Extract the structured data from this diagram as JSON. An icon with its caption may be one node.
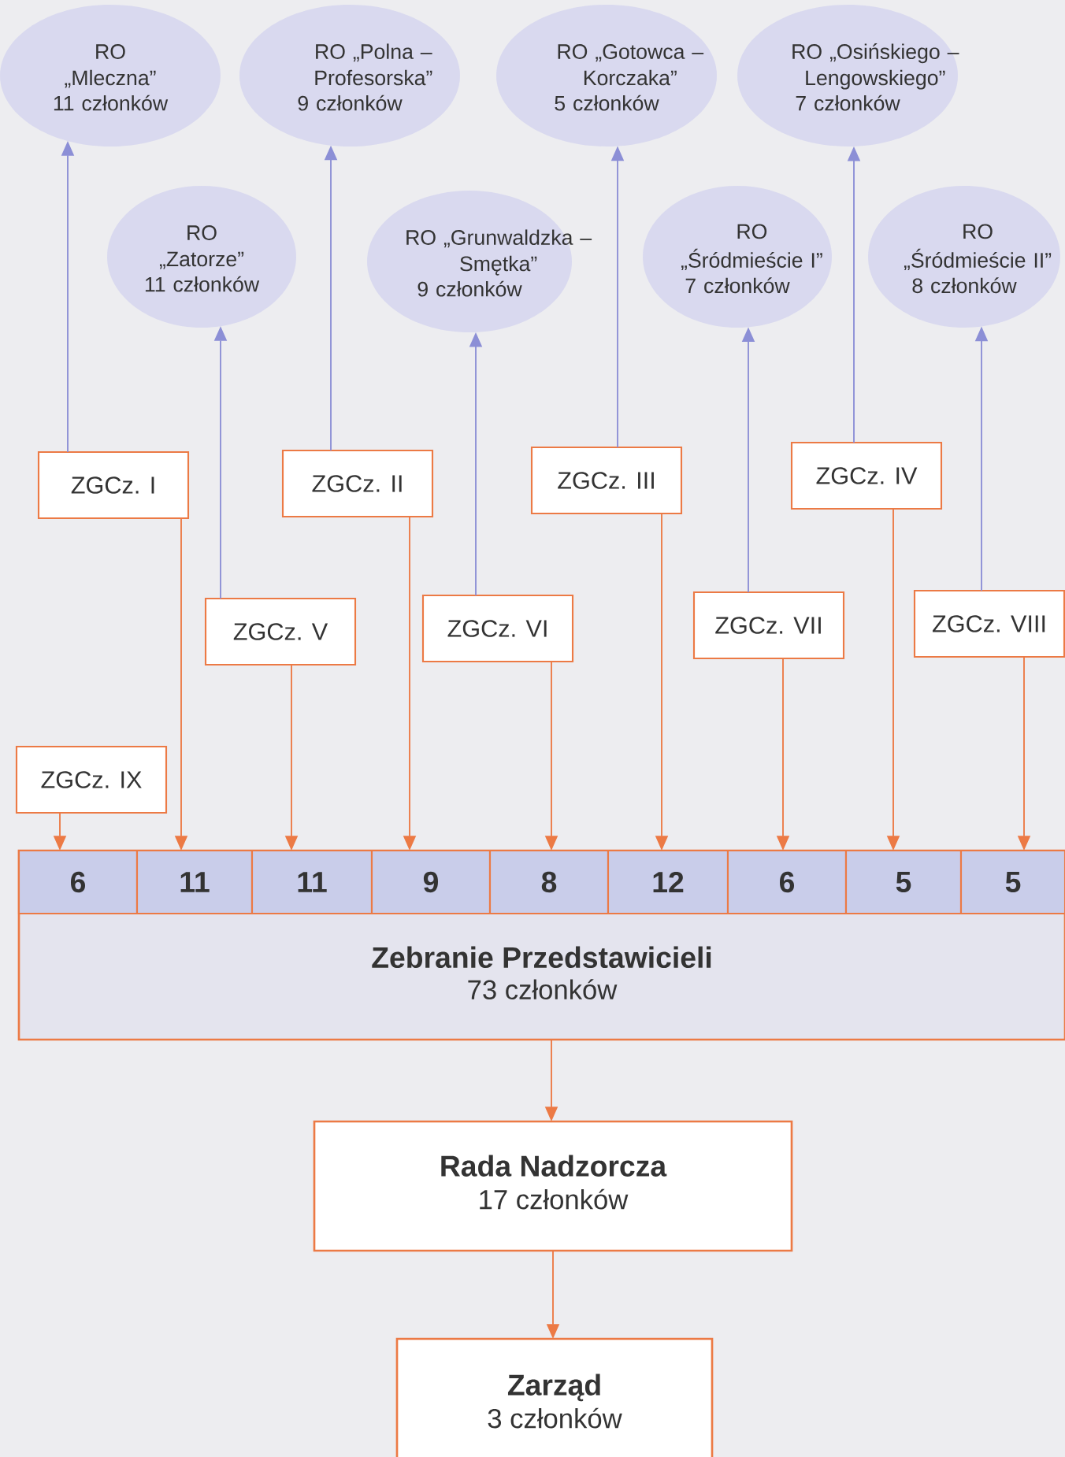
{
  "diagram": {
    "nodes": [
      {
        "text": [
          "RO „Mleczna”",
          "11 członków"
        ]
      },
      {
        "text": [
          "RO „Polna – Profesorska”",
          "9 członków"
        ]
      },
      {
        "text": [
          "RO „Gotowca – Korczaka”",
          "5 członków"
        ]
      },
      {
        "text": [
          "RO „Osińskiego – Lengowskiego”",
          "7 członków"
        ]
      },
      {
        "text": [
          "RO „Zatorze”",
          "11 członków"
        ]
      },
      {
        "text": [
          "RO „Grunwaldzka – Smętka”",
          "9 członków"
        ]
      },
      {
        "text": [
          "RO „Śródmieście I”",
          "7 członków"
        ]
      },
      {
        "text": [
          "RO „Śródmieście II”",
          "8 członków"
        ]
      },
      {
        "text": [
          "ZGCz. I"
        ]
      },
      {
        "text": [
          "ZGCz. II"
        ]
      },
      {
        "text": [
          "ZGCz. III"
        ]
      },
      {
        "text": [
          "ZGCz. IV"
        ]
      },
      {
        "text": [
          "ZGCz. V"
        ]
      },
      {
        "text": [
          "ZGCz. VI"
        ]
      },
      {
        "text": [
          "ZGCz. VII"
        ]
      },
      {
        "text": [
          "ZGCz. VIII"
        ]
      },
      {
        "text": [
          "ZGCz. IX"
        ]
      },
      {
        "text": [
          "Zebranie Przedstawicieli",
          "73 członków"
        ]
      },
      {
        "text": [
          "6"
        ],
        "in": 17
      },
      {
        "text": [
          "11"
        ],
        "in": 17
      },
      {
        "text": [
          "11"
        ],
        "in": 17
      },
      {
        "text": [
          "9"
        ],
        "in": 17
      },
      {
        "text": [
          "8"
        ],
        "in": 17
      },
      {
        "text": [
          "12"
        ],
        "in": 17
      },
      {
        "text": [
          "6"
        ],
        "in": 17
      },
      {
        "text": [
          "5"
        ],
        "in": 17
      },
      {
        "text": [
          "5"
        ],
        "in": 17
      },
      {
        "text": [
          "Rada Nadzorcza",
          "17 członków"
        ]
      },
      {
        "text": [
          "Zarząd",
          "3 członków"
        ]
      }
    ],
    "edges": [
      {
        "from": 8,
        "to": 0,
        "arrow": "to",
        "color": "#8c8fd6"
      },
      {
        "from": 12,
        "to": 4,
        "arrow": "to",
        "color": "#8c8fd6"
      },
      {
        "from": 9,
        "to": 1,
        "arrow": "to",
        "color": "#8c8fd6"
      },
      {
        "from": 13,
        "to": 5,
        "arrow": "to",
        "color": "#8c8fd6"
      },
      {
        "from": 10,
        "to": 2,
        "arrow": "to",
        "color": "#8c8fd6"
      },
      {
        "from": 14,
        "to": 6,
        "arrow": "to",
        "color": "#8c8fd6"
      },
      {
        "from": 11,
        "to": 3,
        "arrow": "to",
        "color": "#8c8fd6"
      },
      {
        "from": 15,
        "to": 7,
        "arrow": "to",
        "color": "#8c8fd6"
      },
      {
        "from": 16,
        "to": 18,
        "arrow": "to"
      },
      {
        "from": 8,
        "to": 19,
        "arrow": "to"
      },
      {
        "from": 12,
        "to": 20,
        "arrow": "to"
      },
      {
        "from": 9,
        "to": 21,
        "arrow": "to"
      },
      {
        "from": 13,
        "to": 22,
        "arrow": "to"
      },
      {
        "from": 10,
        "to": 23,
        "arrow": "to"
      },
      {
        "from": 14,
        "to": 24,
        "arrow": "to"
      },
      {
        "from": 11,
        "to": 25,
        "arrow": "to"
      },
      {
        "from": 15,
        "to": 26,
        "arrow": "to"
      },
      {
        "from": 17,
        "to": 27,
        "arrow": "to"
      },
      {
        "from": 27,
        "to": 28,
        "arrow": "to"
      }
    ]
  }
}
